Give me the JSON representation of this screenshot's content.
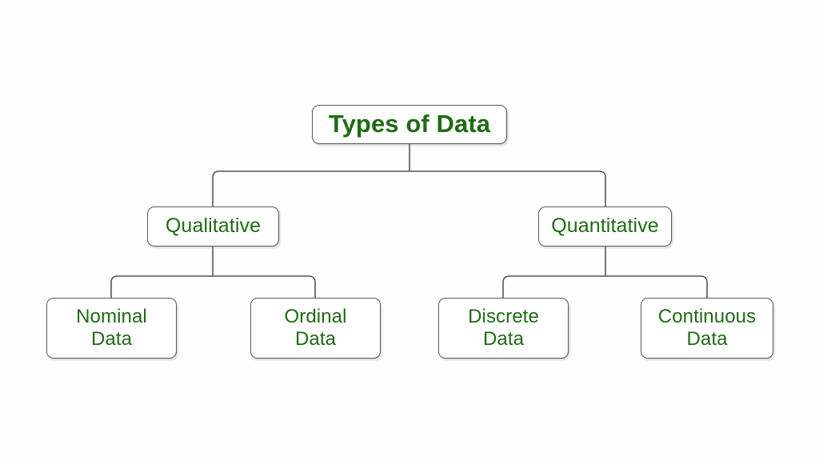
{
  "diagram": {
    "title": "Types of Data",
    "style": {
      "text_color": "#1f6b14",
      "box_fill": "#ffffff",
      "box_border": "#5a5a5a",
      "connector_color": "#55555a",
      "background": "#fefefe"
    },
    "root": {
      "id": "types-of-data",
      "label": "Types of Data",
      "bold": true
    },
    "level2": [
      {
        "id": "qualitative",
        "label": "Qualitative"
      },
      {
        "id": "quantitative",
        "label": "Quantitative"
      }
    ],
    "leaves": [
      {
        "id": "nominal-data",
        "line1": "Nominal",
        "line2": "Data",
        "parent": "qualitative"
      },
      {
        "id": "ordinal-data",
        "line1": "Ordinal",
        "line2": "Data",
        "parent": "qualitative"
      },
      {
        "id": "discrete-data",
        "line1": "Discrete",
        "line2": "Data",
        "parent": "quantitative"
      },
      {
        "id": "continuous-data",
        "line1": "Continuous",
        "line2": "Data",
        "parent": "quantitative"
      }
    ]
  }
}
